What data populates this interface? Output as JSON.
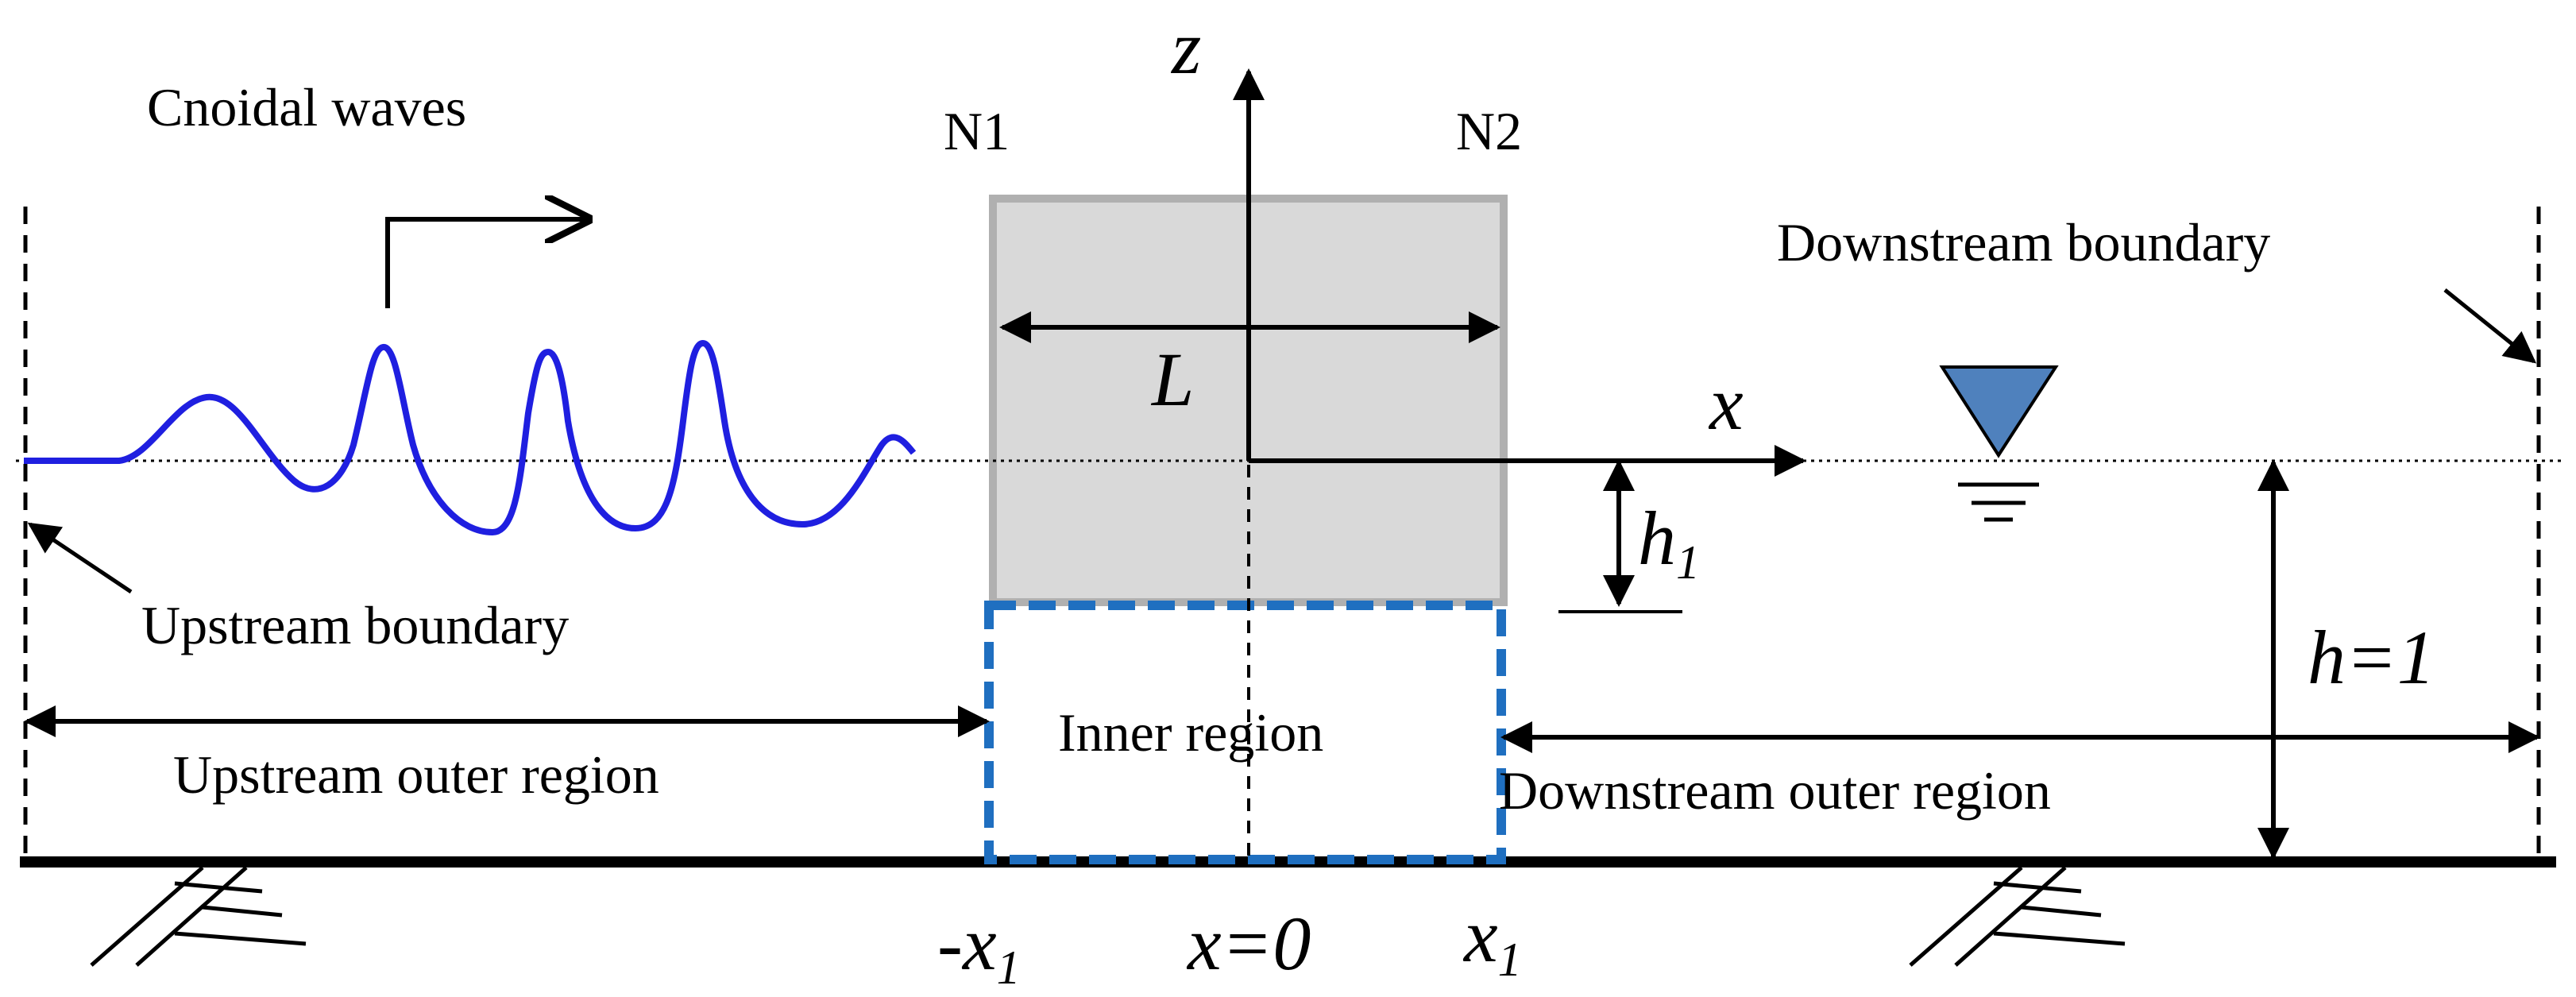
{
  "labels": {
    "wave_name": "Cnoidal waves",
    "n1": "N1",
    "n2": "N2",
    "downstream_boundary": "Downstream boundary",
    "upstream_boundary": "Upstream boundary",
    "inner_region": "Inner region",
    "upstream_outer_region": "Upstream outer region",
    "downstream_outer_region": "Downstream outer region"
  },
  "symbols": {
    "z": "z",
    "x": "x",
    "L": "L",
    "h1_base": "h",
    "h1_sub": "1",
    "h_depth": "h=1",
    "neg_x1_base": "-x",
    "neg_x1_sub": "1",
    "x_zero": "x=0",
    "x1_base": "x",
    "x1_sub": "1"
  },
  "colors": {
    "wave": "#1f1fe0",
    "inner_region_border": "#1f6fc0",
    "obstacle_fill": "#d9d9d9",
    "obstacle_border": "#b0b0b0",
    "water_symbol": "#4f81bd"
  },
  "icons": {
    "water_level": "inverted-triangle-water-surface-icon",
    "ground": "hatched-ground-icon"
  }
}
